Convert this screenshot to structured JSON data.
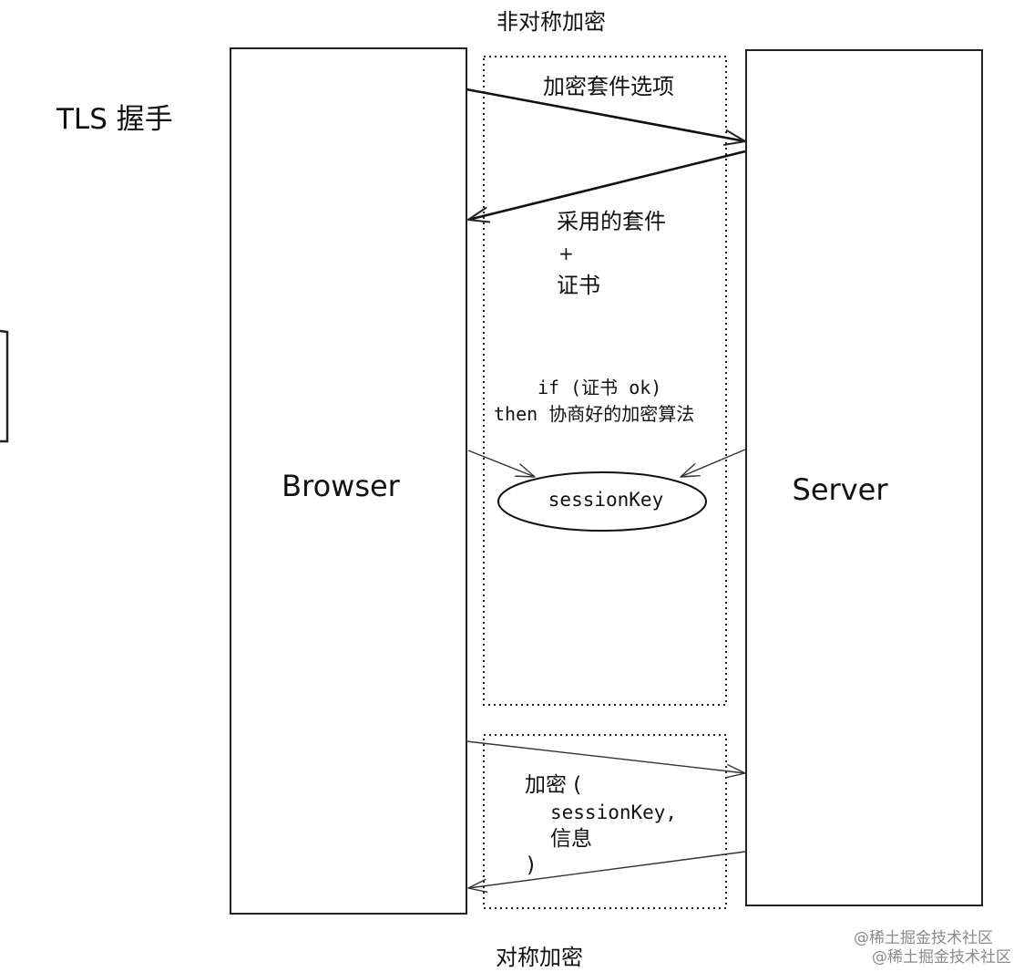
{
  "title": "TLS  握手",
  "sections": {
    "asymmetric": "非对称加密",
    "symmetric": "对称加密"
  },
  "actors": {
    "browser": "Browser",
    "server": "Server"
  },
  "messages": {
    "cipher_options": "加密套件选项",
    "chosen_suite": "采用的套件",
    "plus": "+",
    "certificate": "证书",
    "condition_line1": "if (证书 ok)",
    "condition_line2": "then 协商好的加密算法",
    "session_key": "sessionKey",
    "encrypt_open": "加密 (",
    "encrypt_arg1": "sessionKey,",
    "encrypt_arg2": "信息",
    "encrypt_close": ")"
  },
  "watermark": {
    "line1": "@稀土掘金技术社区",
    "line2": "@稀土掘金技术社区"
  },
  "colors": {
    "ink": "#111111",
    "line": "#333333",
    "watermark": "#8a8a8a",
    "background": "#ffffff"
  }
}
